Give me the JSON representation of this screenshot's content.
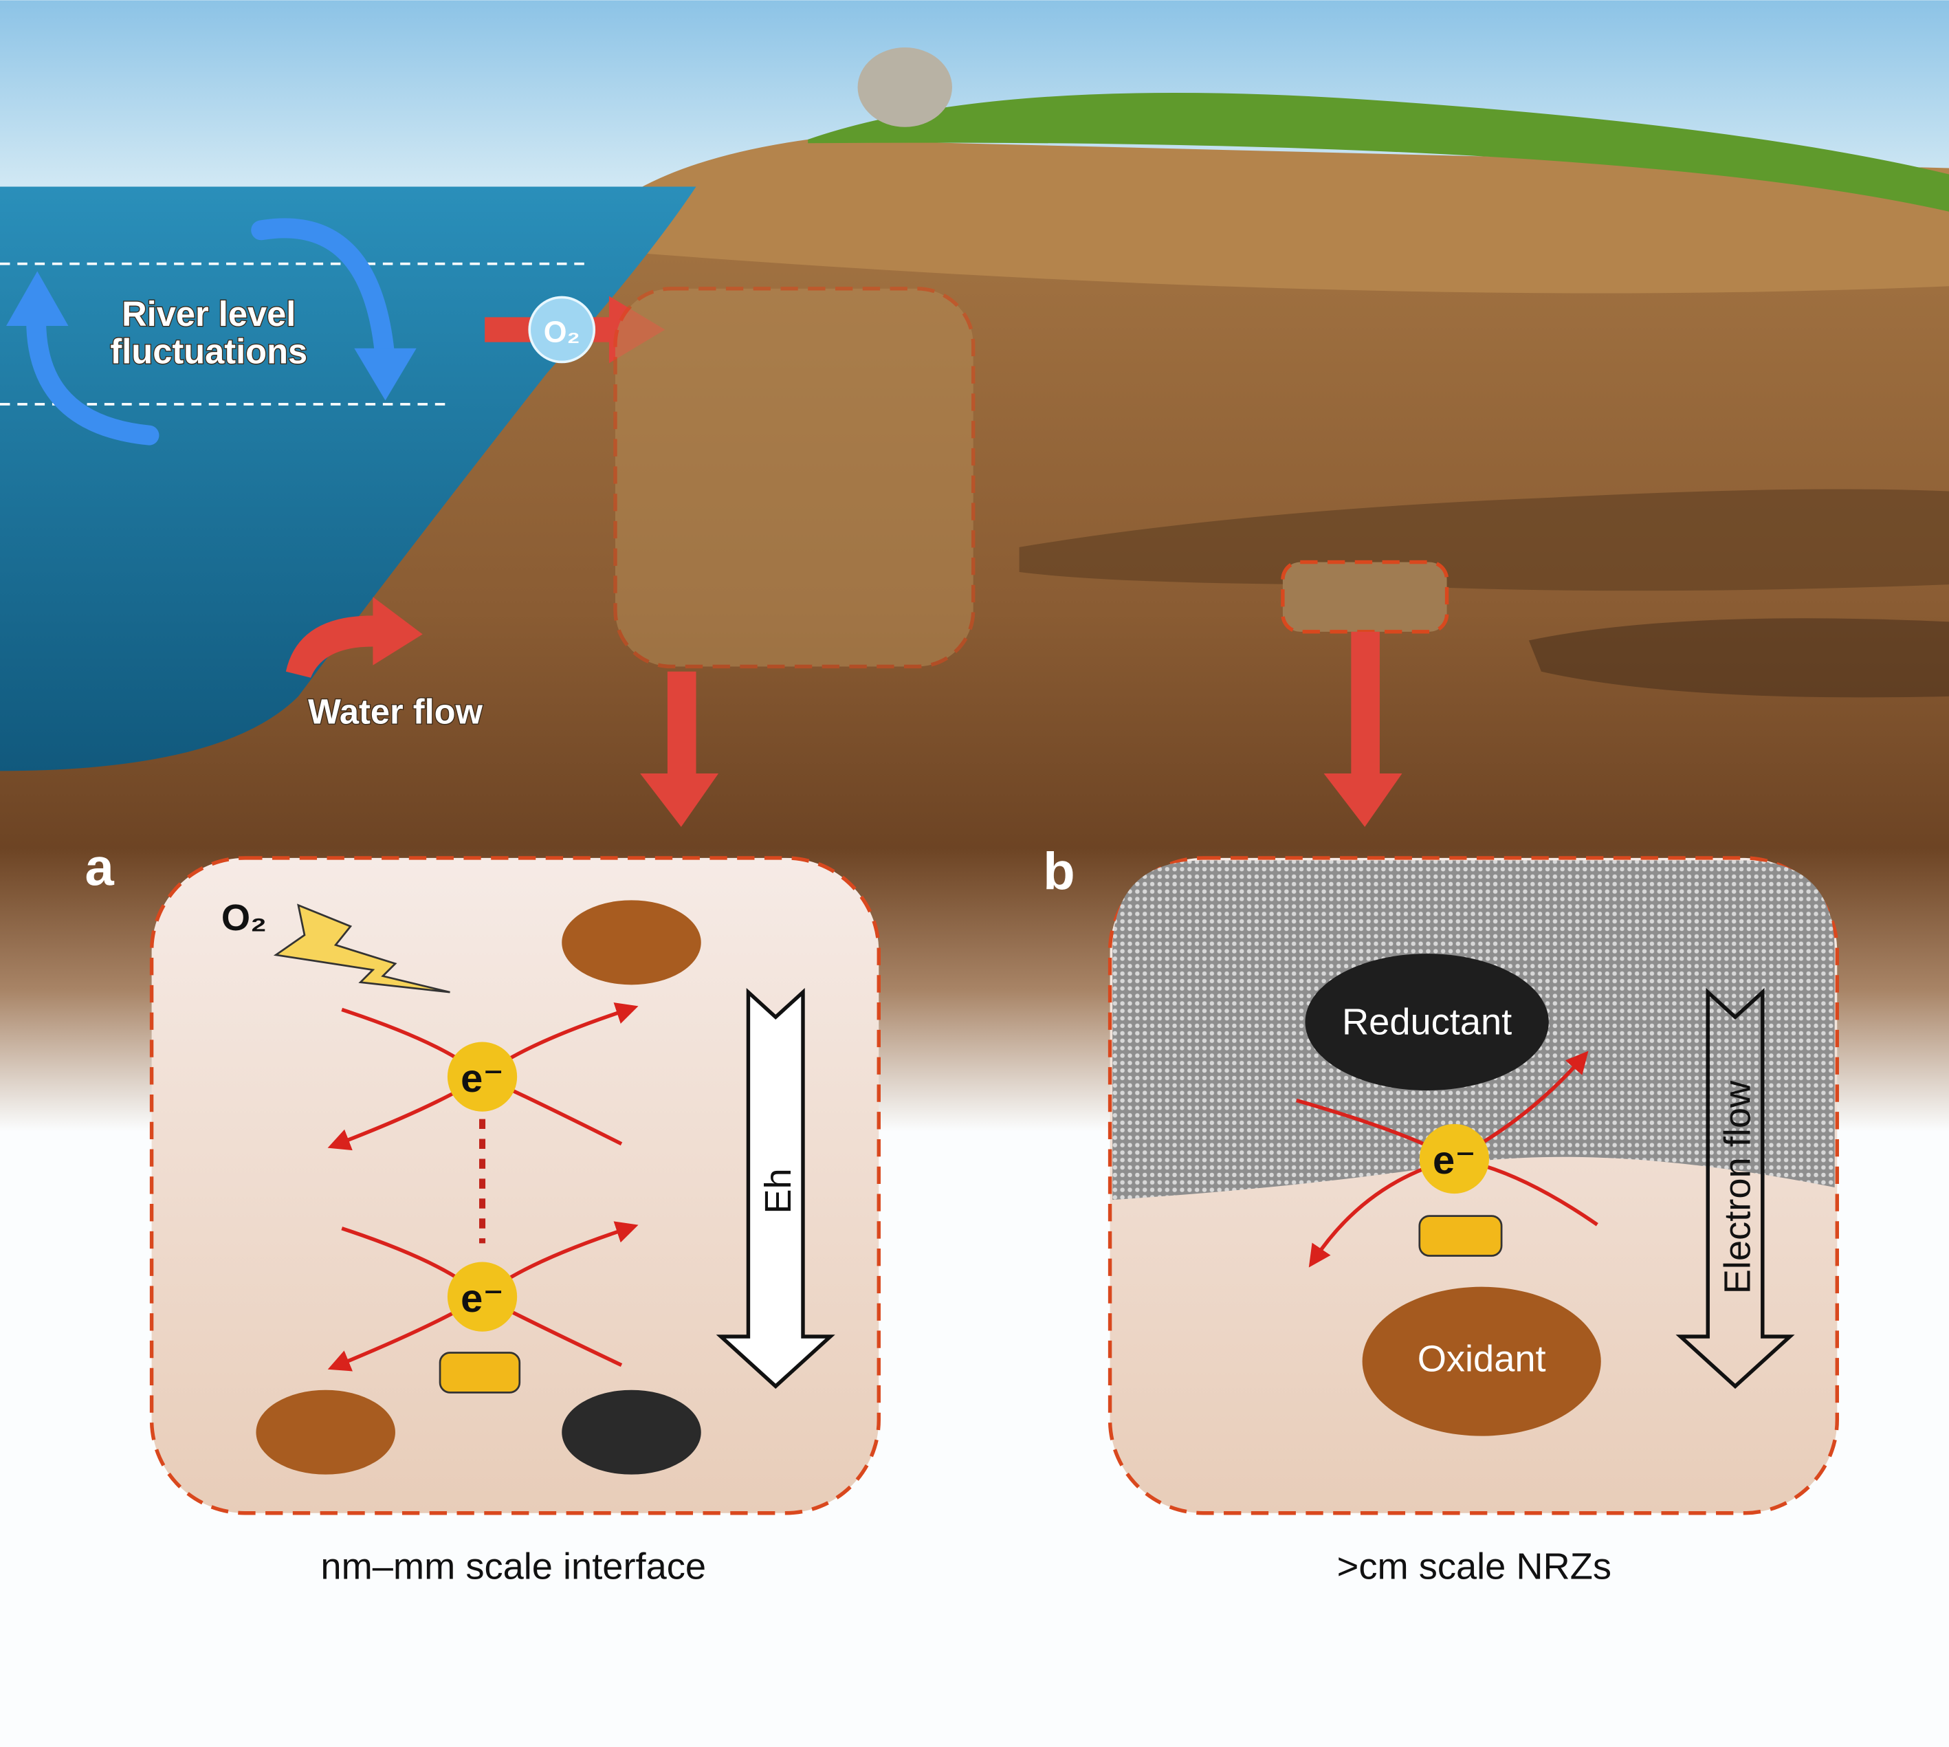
{
  "scene": {
    "river_label": "River level fluctuations",
    "river_label_line1": "River level",
    "river_label_line2": "fluctuations",
    "oxygen_bubble": "O₂",
    "water_flow_label": "Water flow"
  },
  "panel_a": {
    "letter": "a",
    "oxygen_label": "O₂",
    "electron_label": "e⁻",
    "gradient_label": "Eh",
    "caption": "nm–mm scale interface"
  },
  "panel_b": {
    "letter": "b",
    "reductant_label": "Reductant",
    "oxidant_label": "Oxidant",
    "electron_label": "e⁻",
    "flow_label": "Electron flow",
    "caption": ">cm scale NRZs"
  },
  "colors": {
    "water": "#1f7fa3",
    "soil": "#8a5a32",
    "arrow_red": "#e0443a",
    "dash_orange": "#d9481e",
    "fluctuation_blue": "#3b8ef0",
    "electron_gold": "#f2c21b"
  }
}
